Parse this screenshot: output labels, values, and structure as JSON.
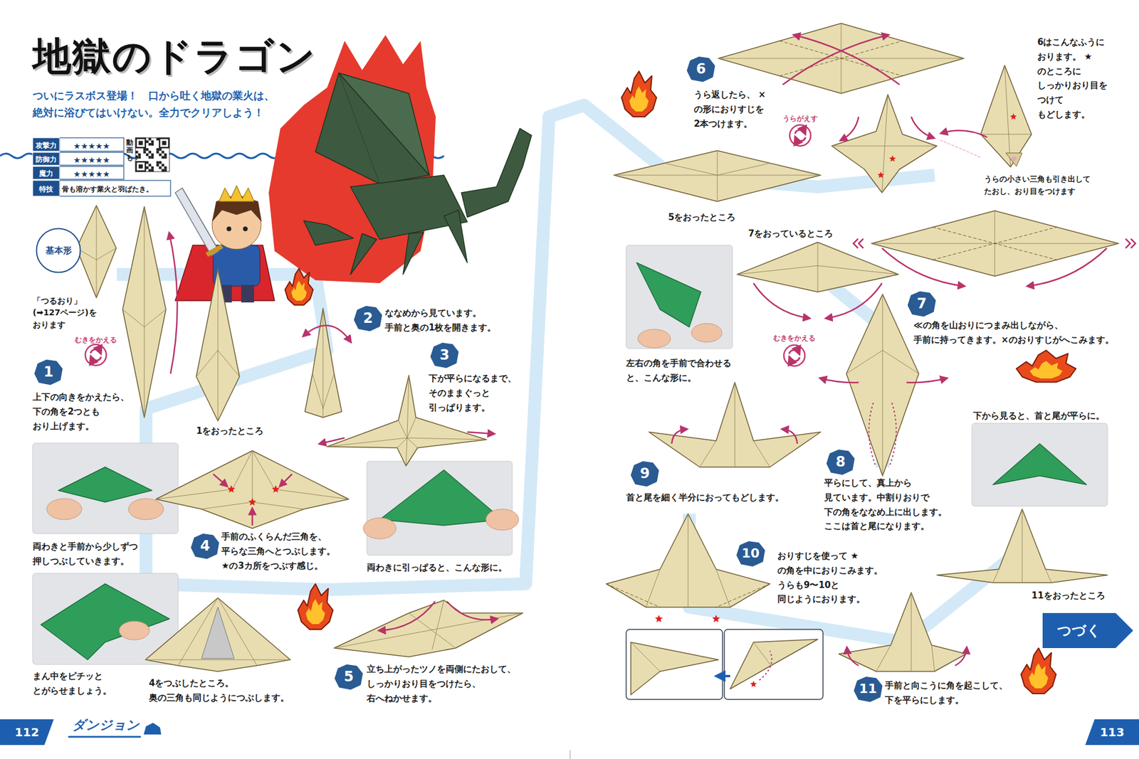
{
  "diagram": {
    "title": "地獄のドラゴン",
    "nodes": [
      {
        "text": [
          "基本形"
        ]
      },
      {
        "text": [
          "1"
        ]
      },
      {
        "text": [
          "2"
        ]
      },
      {
        "text": [
          "3"
        ]
      },
      {
        "text": [
          "4"
        ]
      },
      {
        "text": [
          "5"
        ]
      },
      {
        "text": [
          "112"
        ]
      },
      {
        "text": [
          "6"
        ]
      },
      {
        "text": [
          "7"
        ]
      },
      {
        "text": [
          "8"
        ]
      },
      {
        "text": [
          "9"
        ]
      },
      {
        "text": [
          "10"
        ]
      },
      {
        "text": [
          "11"
        ]
      },
      {
        "text": [
          "つづく"
        ]
      },
      {
        "text": [
          "113"
        ]
      }
    ],
    "labels": [
      "ついにラスボス登場！　口から吐く地獄の業火は、 絶対に浴びてはいけない。全力でクリアしよう！",
      "攻撃力",
      "★★★★★",
      "防御力",
      "★★★★★",
      "魔力",
      "★★★★★",
      "特技",
      "骨も溶かす業火と羽ばたき。",
      "動画も！",
      "「つるおり」 (➡127ページ)を おります",
      "むきをかえる",
      "上下の向きをかえたら、 下の角を2つとも おり上げます。",
      "1をおったところ",
      "ななめから見ています。 手前と奥の1枚を開きます。",
      "下が平らになるまで、 そのままぐっと 引っぱります。",
      "両わきと手前から少しずつ 押しつぶしていきます。",
      "手前のふくらんだ三角を、 平らな三角へとつぶします。 ★の3カ所をつぶす感じ。",
      "両わきに引っぱると、こんな形に。",
      "まん中をピチッと とがらせましょう。",
      "4をつぶしたところ。 奥の三角も同じようにつぶします。",
      "立ち上がったツノを両側にたおして、 しっかりおり目をつけたら、 右へねかせます。",
      "ダンジョン",
      "うら返したら、 ×の形におりすじを 2本つけます。",
      "うらがえす",
      "5をおったところ",
      "6はこんなふうに おります。 ★のところに しっかりおり目を つけて もどします。",
      "うらの小さい三角も引き出して たおし、おり目をつけます",
      "7をおっているところ",
      "左右の角を手前で合わせる と、こんな形に。",
      "≪の角を山おりにつまみ出しながら、 手前に持ってきます。×のおりすじがへこみます。",
      "むきをかえる",
      "下から見ると、首と尾が平らに。",
      "平らにして、真上から 見ています。中割りおりで 下の角をななめ上に出します。 ここは首と尾になります。",
      "首と尾を細く半分におってもどします。",
      "おりすじを使って ★の角を中におりこみます。 うらも9〜10と 同じようにおります。",
      "11をおったところ",
      "手前と向こうに角を起こして、 下を平らにします。"
    ]
  }
}
